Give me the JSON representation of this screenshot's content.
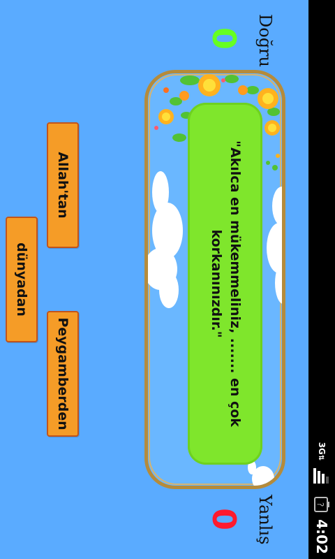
{
  "score": {
    "correct_label": "Doğru",
    "correct_value": "0",
    "correct_color": "#66ff22",
    "wrong_label": "Yanlış",
    "wrong_value": "0",
    "wrong_color": "#ff1a2e"
  },
  "question": {
    "text_line1": "\"Akılca en mükemmeliniz, ....... en çok",
    "text_line2": "korkanınızdır.\""
  },
  "answers": {
    "a": "Allah'tan",
    "b": "Peygamberden",
    "c": "dünyadan"
  },
  "status_bar": {
    "time": "4:02",
    "network": "3G",
    "icons": [
      "network-3g-icon",
      "signal-icon",
      "battery-unknown-icon"
    ]
  },
  "colors": {
    "background": "#5aabff",
    "button": "#f59c27",
    "button_border": "#c2541a",
    "question_box": "#7fe62c",
    "frame": "#b58b3b"
  }
}
